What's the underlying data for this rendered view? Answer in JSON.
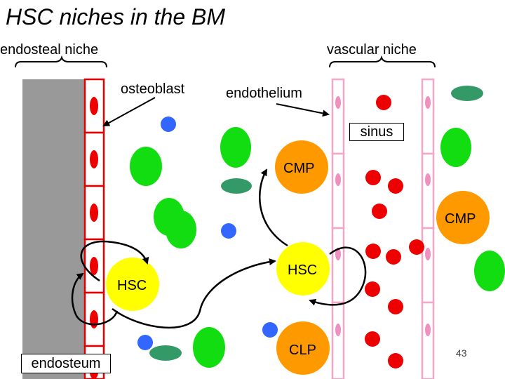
{
  "title": "HSC niches in the BM",
  "labels": {
    "endosteal_niche": "endosteal niche",
    "vascular_niche": "vascular niche",
    "osteoblast": "osteoblast",
    "endothelium": "endothelium",
    "sinus": "sinus",
    "endosteum": "endosteum"
  },
  "cells": {
    "cmp_top": "CMP",
    "cmp_right": "CMP",
    "hsc_left": "HSC",
    "hsc_center": "HSC",
    "clp": "CLP"
  },
  "page_number": "43",
  "colors": {
    "bone": "#999999",
    "osteoblast_border": "#e00000",
    "endothelium_border": "#f4a6c8",
    "red_cell": "#ee0000",
    "green_cell": "#11dd11",
    "dark_green_cell": "#339966",
    "blue_cell": "#3366ff",
    "cmp": "#ff9900",
    "hsc": "#ffff00",
    "pink_nucleus": "#f090c0"
  }
}
